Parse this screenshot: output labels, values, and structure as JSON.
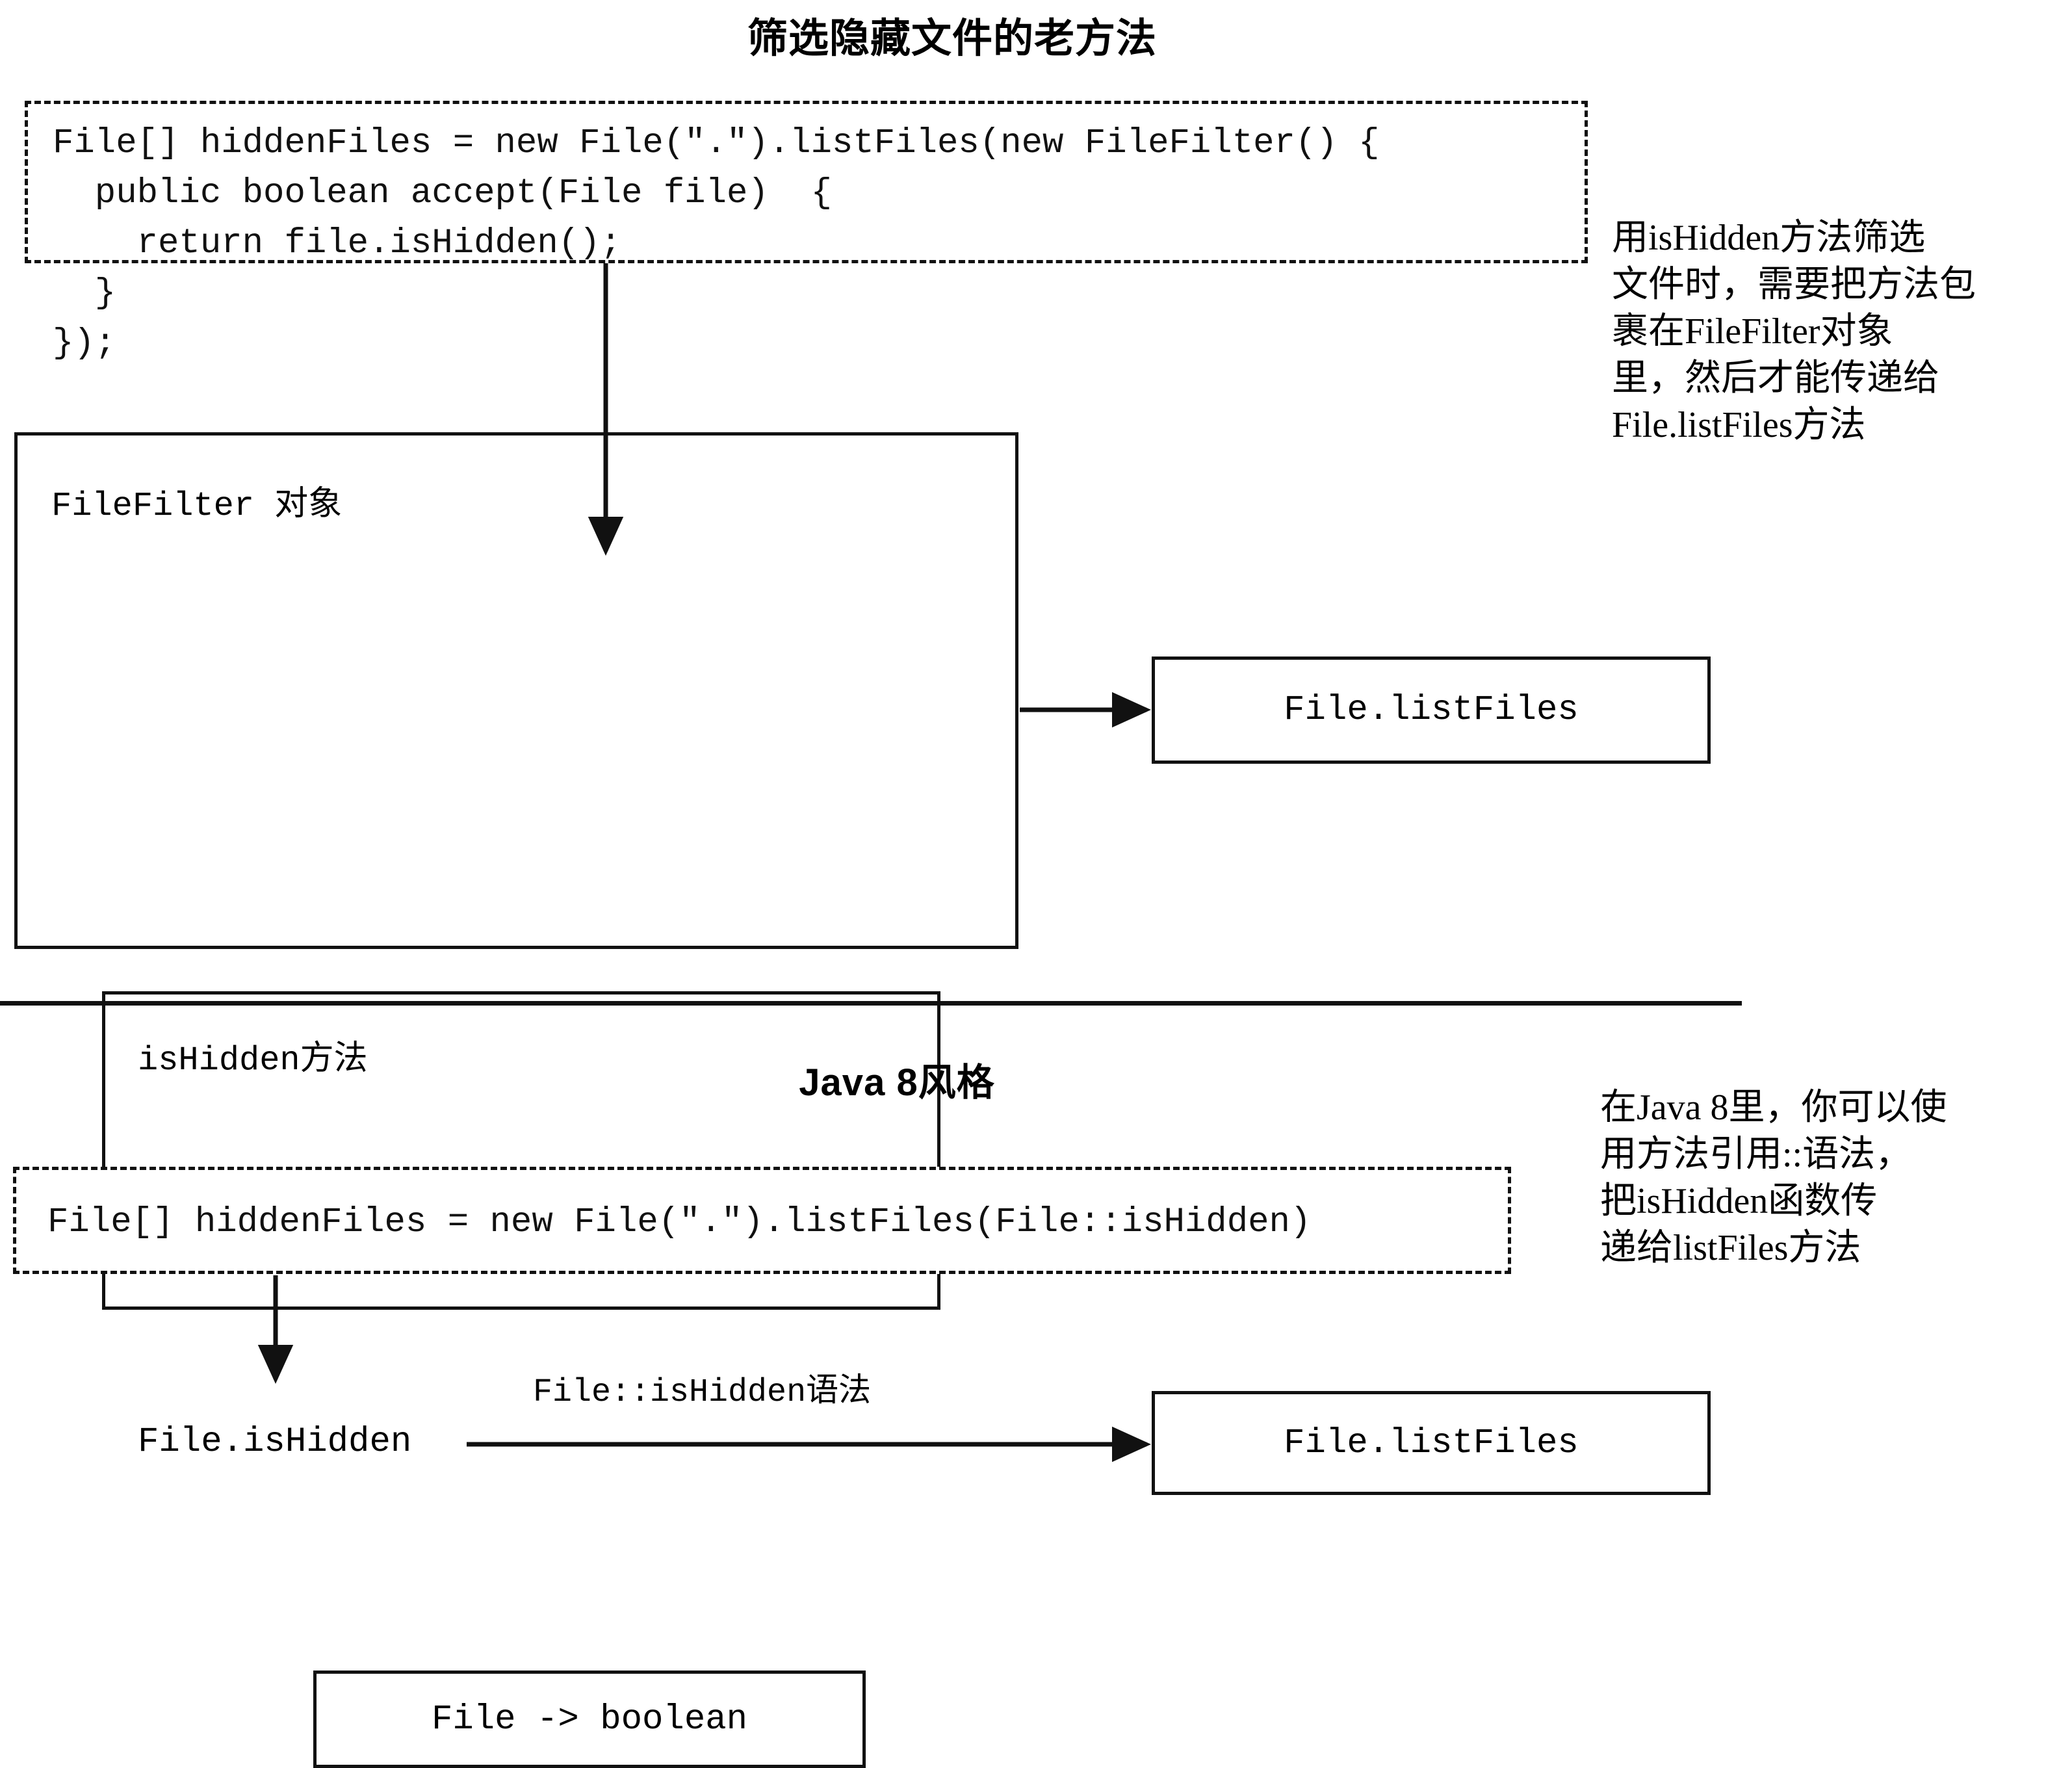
{
  "figure": {
    "background": "#ffffff",
    "ink": "#111111"
  },
  "sections": {
    "old": {
      "title": "筛选隐藏文件的老方法",
      "code": "File[] hiddenFiles = new File(\".\").listFiles(new FileFilter() {\n  public boolean accept(File file)  {\n    return file.isHidden();\n  }\n});",
      "annotation": "用isHidden方法筛选\n文件时，需要把方法包\n裹在FileFilter对象\n里，然后才能传递给\nFile.listFiles方法",
      "outer_box_label": "FileFilter 对象",
      "inner_box_label": "isHidden方法",
      "lambda_box_label": "File -> boolean",
      "target_box_label": "File.listFiles"
    },
    "new": {
      "title": "Java 8风格",
      "code": "File[] hiddenFiles = new File(\".\").listFiles(File::isHidden)",
      "annotation": "在Java 8里，你可以使\n用方法引用::语法，\n把isHidden函数传\n递给listFiles方法",
      "source_node_label": "File.isHidden",
      "edge_label": "File::isHidden语法",
      "target_box_label": "File.listFiles"
    }
  },
  "icons": {
    "arrow_down_old": "arrow-down-icon",
    "arrow_right_old": "arrow-right-icon",
    "arrow_down_new": "arrow-down-icon",
    "arrow_right_new": "arrow-right-icon"
  }
}
